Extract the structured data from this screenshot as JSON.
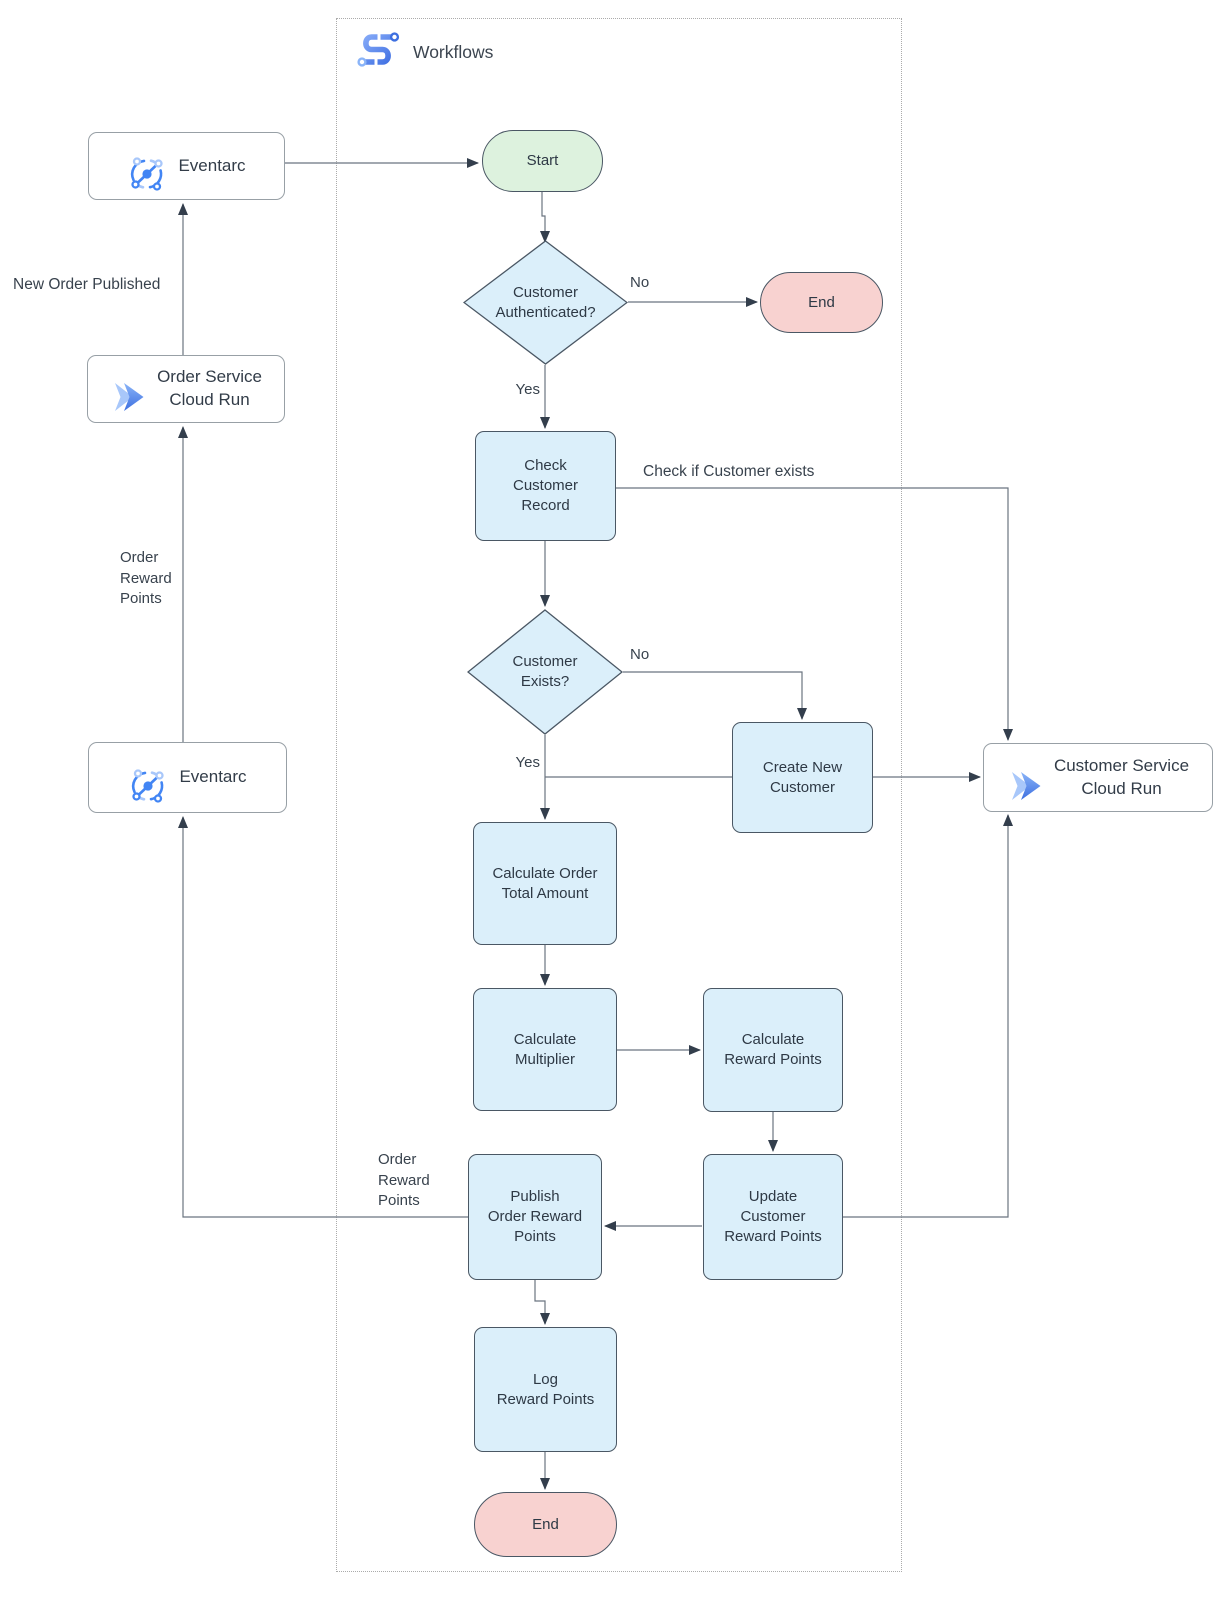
{
  "title": "Workflows",
  "colors": {
    "process_fill": "#dbeffa",
    "shape_stroke": "#4a5764",
    "start_fill": "#ddf2de",
    "end_fill": "#f8d2d0",
    "service_stroke": "#98a0a6",
    "line_color": "#6b7480",
    "arrow_color": "#333e4c",
    "icon_blue": "#4285f4",
    "icon_light_blue": "#a8c7fa"
  },
  "icons": [
    "workflows-icon",
    "eventarc-icon",
    "cloud-run-icon"
  ],
  "nodes": {
    "eventarc_top": {
      "label": "Eventarc"
    },
    "order_service": {
      "label": "Order Service\nCloud Run"
    },
    "eventarc_bottom": {
      "label": "Eventarc"
    },
    "customer_service": {
      "label": "Customer Service\nCloud Run"
    },
    "start": {
      "label": "Start"
    },
    "auth_decision": {
      "label": "Customer\nAuthenticated?"
    },
    "end_top": {
      "label": "End"
    },
    "check_customer": {
      "label": "Check\nCustomer\nRecord"
    },
    "exists_decision": {
      "label": "Customer\nExists?"
    },
    "create_customer": {
      "label": "Create New\nCustomer"
    },
    "calc_total": {
      "label": "Calculate Order\nTotal Amount"
    },
    "calc_multiplier": {
      "label": "Calculate\nMultiplier"
    },
    "calc_reward": {
      "label": "Calculate\nReward Points"
    },
    "update_reward": {
      "label": "Update\nCustomer\nReward Points"
    },
    "publish_points": {
      "label": "Publish\nOrder Reward\nPoints"
    },
    "log_points": {
      "label": "Log\nReward Points"
    },
    "end_bottom": {
      "label": "End"
    }
  },
  "edge_labels": {
    "new_order_published": "New Order Published",
    "order_reward_points_mid": "Order\nReward\nPoints",
    "order_reward_points_low": "Order\nReward\nPoints",
    "auth_no": "No",
    "auth_yes": "Yes",
    "exists_no": "No",
    "exists_yes": "Yes",
    "check_if_customer_exists": "Check if Customer exists"
  }
}
